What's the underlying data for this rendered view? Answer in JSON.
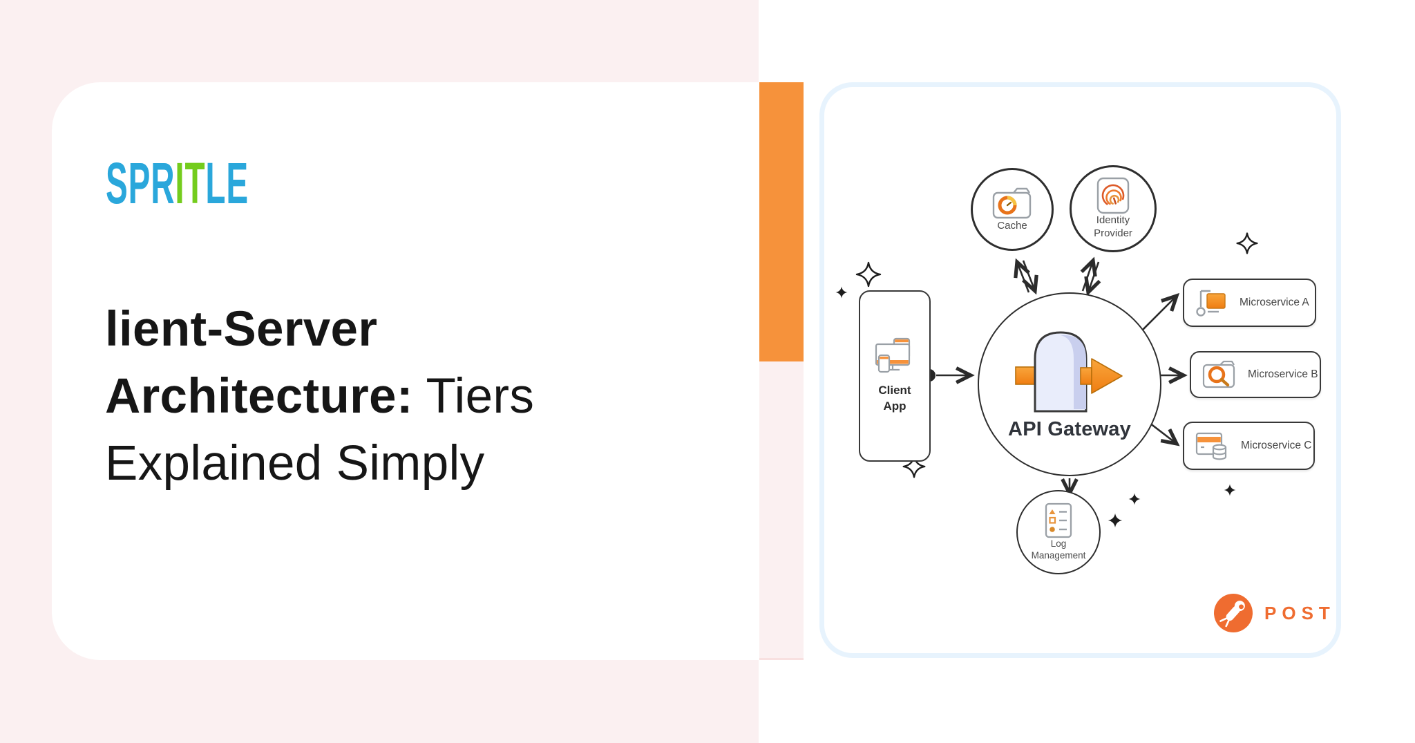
{
  "page": {
    "background": "#FFFFFF",
    "left_panel_color": "#FBF0F1",
    "accent_bar_color": "#F6923B",
    "diagram_border_color": "#E7F3FD"
  },
  "brand": {
    "logo_part1": "SPR",
    "logo_part2": "IT",
    "logo_part3": "LE",
    "logo_blue": "#2AA7DB",
    "logo_green": "#74CC1D"
  },
  "headline": {
    "line1_bold": "lient-Server",
    "line2_bold": "Architecture:",
    "line2_regular": " Tiers",
    "line3_regular": "Explained Simply"
  },
  "diagram": {
    "nodes": {
      "cache": {
        "label": "Cache"
      },
      "identity_provider": {
        "label_line1": "Identity",
        "label_line2": "Provider"
      },
      "client_app": {
        "label_line1": "Client",
        "label_line2": "App"
      },
      "api_gateway": {
        "label": "API Gateway"
      },
      "log_management": {
        "label_line1": "Log",
        "label_line2": "Management"
      }
    },
    "microservices": [
      {
        "label": "Microservice A"
      },
      {
        "label": "Microservice B"
      },
      {
        "label": "Microservice C"
      }
    ],
    "footer_logo_text": "POSTMA",
    "postman_orange": "#EF6C30"
  }
}
